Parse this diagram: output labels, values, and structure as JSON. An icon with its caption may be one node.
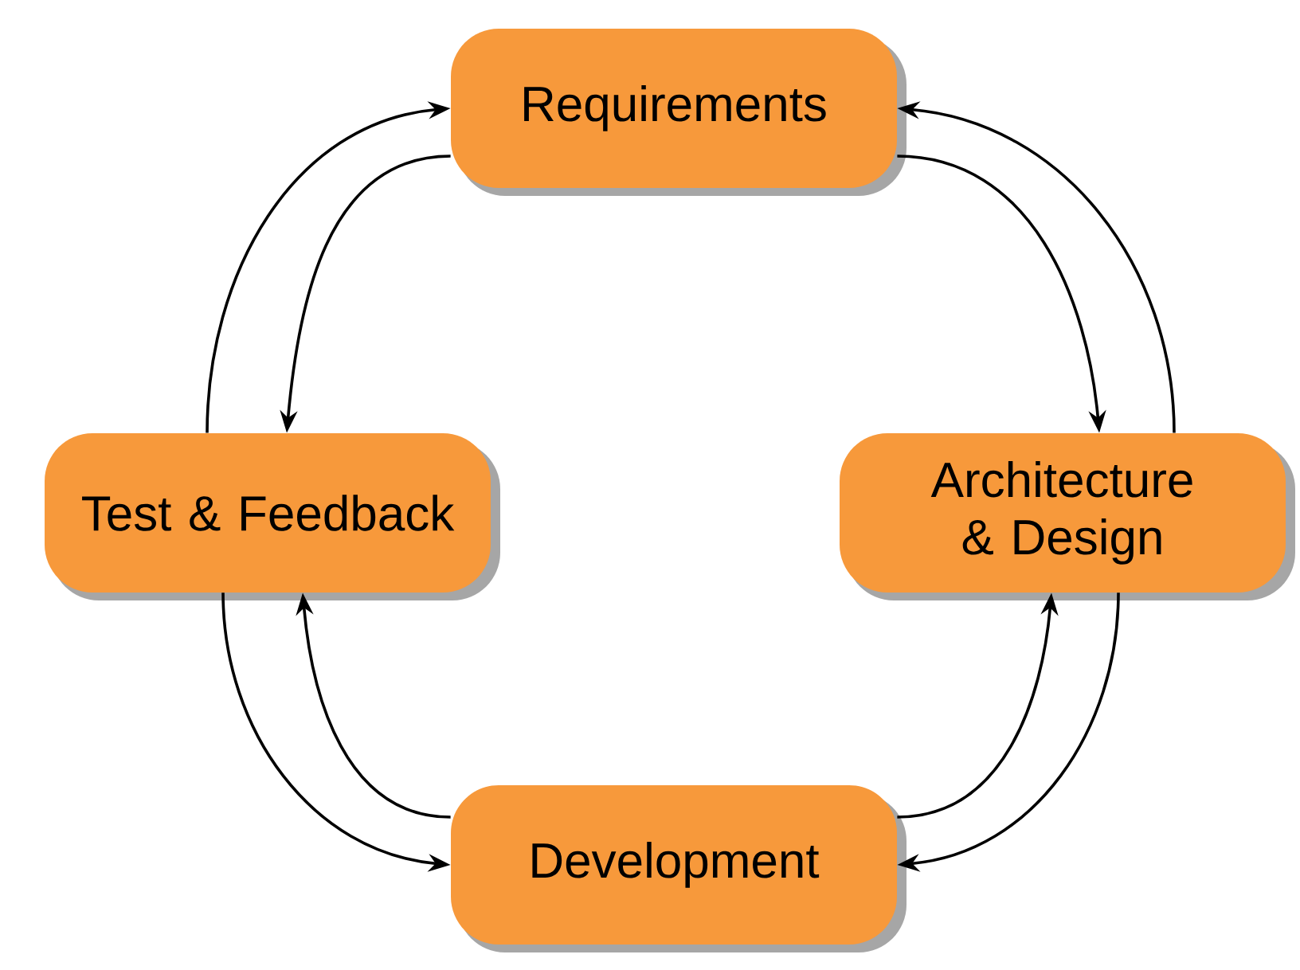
{
  "diagram": {
    "nodes": [
      {
        "text": [
          "Requirements"
        ]
      },
      {
        "text": [
          "Architecture & Design"
        ]
      },
      {
        "text": [
          "Development"
        ]
      },
      {
        "text": [
          "Test & Feedback"
        ]
      }
    ],
    "edges": [
      {
        "from": 0,
        "to": 1,
        "arrow": "to"
      },
      {
        "from": 1,
        "to": 0,
        "arrow": "to"
      },
      {
        "from": 1,
        "to": 2,
        "arrow": "to"
      },
      {
        "from": 2,
        "to": 1,
        "arrow": "to"
      },
      {
        "from": 2,
        "to": 3,
        "arrow": "to"
      },
      {
        "from": 3,
        "to": 2,
        "arrow": "to"
      },
      {
        "from": 3,
        "to": 0,
        "arrow": "to"
      },
      {
        "from": 0,
        "to": 3,
        "arrow": "to"
      }
    ]
  }
}
